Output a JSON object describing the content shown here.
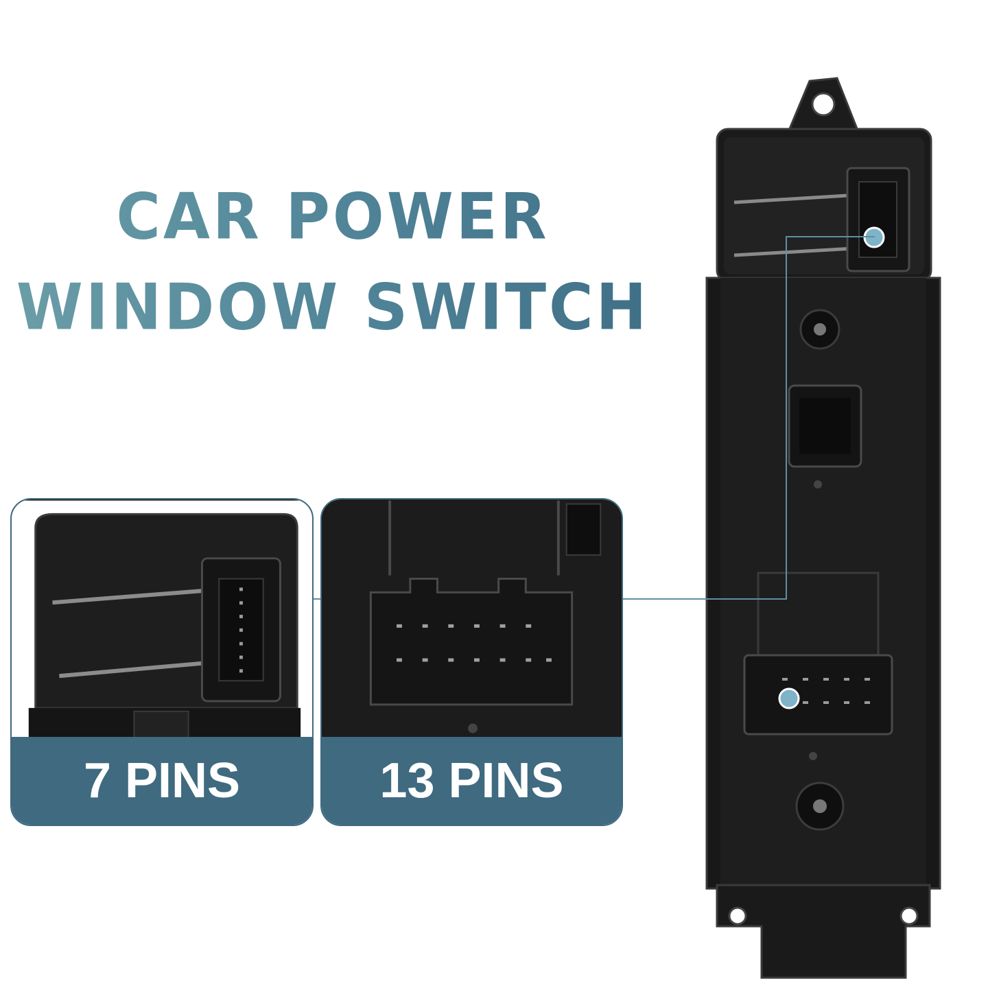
{
  "title": {
    "line1": "CAR POWER",
    "line2": "WINDOW SWITCH"
  },
  "callouts": [
    {
      "label": "7 PINS"
    },
    {
      "label": "13 PINS"
    }
  ],
  "colors": {
    "accent": "#3f6a80",
    "title_gradient_start": "#6b9ea8",
    "title_gradient_end": "#3f6f87",
    "product_body": "#1b1b1b",
    "callout_dot": "#7fb3c8"
  }
}
